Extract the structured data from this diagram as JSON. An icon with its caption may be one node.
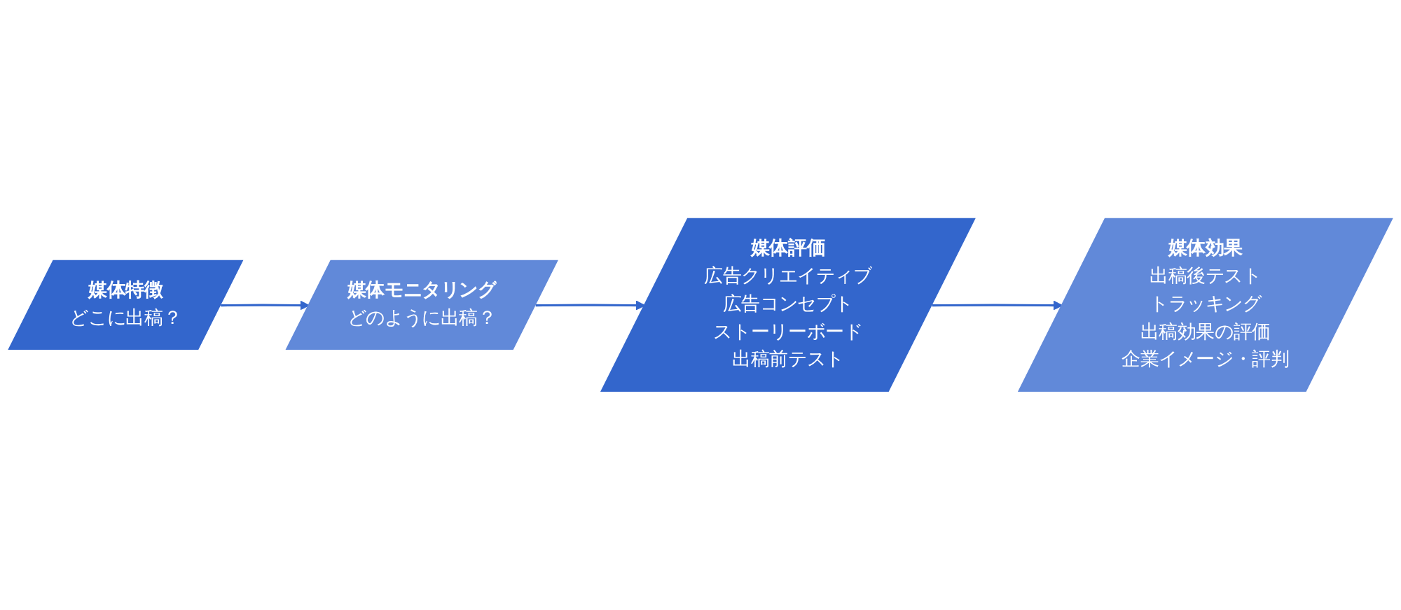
{
  "diagram": {
    "nodes": [
      {
        "text": [
          "媒体特徴",
          "どこに出稿？"
        ]
      },
      {
        "text": [
          "媒体モニタリング",
          "どのように出稿？"
        ]
      },
      {
        "text": [
          "媒体評価",
          "広告クリエイティブ",
          "広告コンセプト",
          "ストーリーボード",
          "出稿前テスト"
        ]
      },
      {
        "text": [
          "媒体効果",
          "出稿後テスト",
          "トラッキング",
          "出稿効果の評価",
          "企業イメージ・評判"
        ]
      }
    ],
    "edges": [
      {
        "from": 0,
        "to": 1,
        "arrow": "to"
      },
      {
        "from": 1,
        "to": 2,
        "arrow": "to"
      },
      {
        "from": 2,
        "to": 3,
        "arrow": "to"
      }
    ]
  }
}
